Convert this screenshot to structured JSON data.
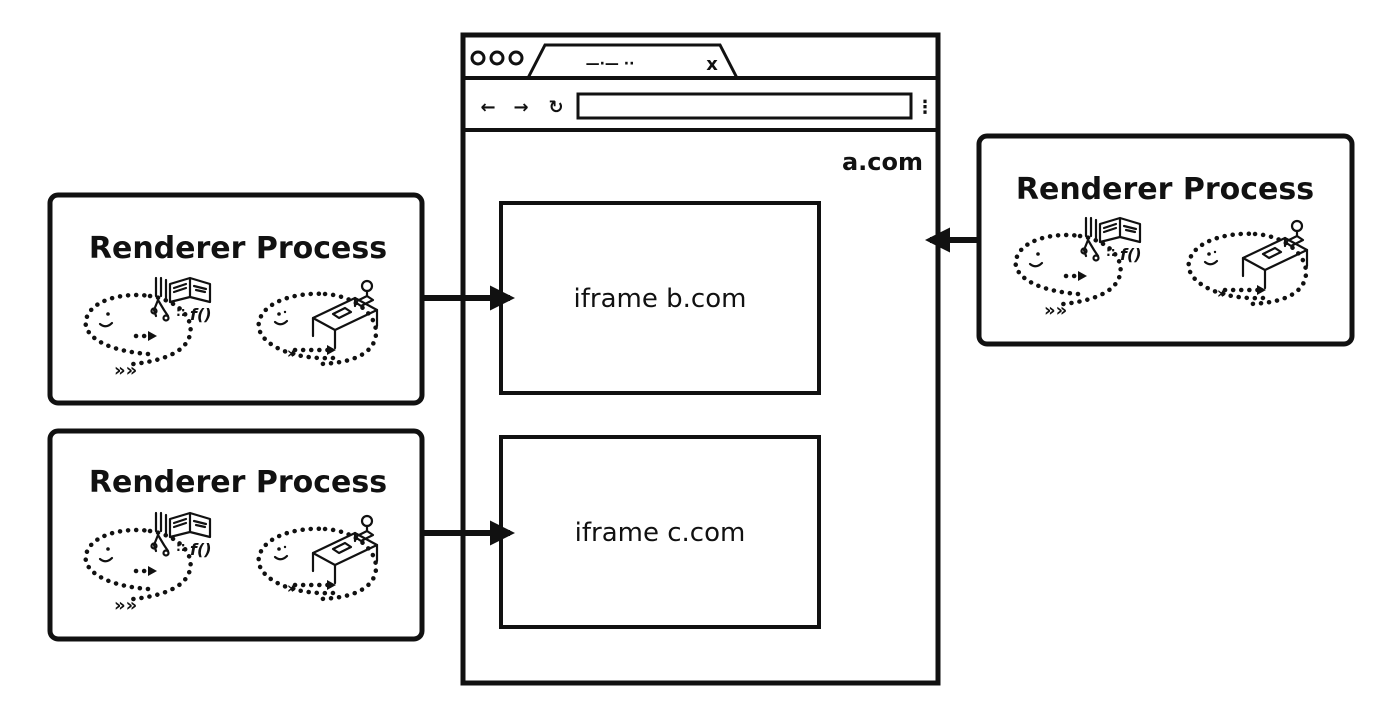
{
  "browser": {
    "tab_title": "—·— ··",
    "tab_close": "x",
    "nav_back": "←",
    "nav_forward": "→",
    "nav_reload": "↻",
    "menu": "⋮",
    "origin": "a.com",
    "iframes": [
      {
        "label": "iframe b.com"
      },
      {
        "label": "iframe c.com"
      }
    ]
  },
  "processes": [
    {
      "title": "Renderer Process",
      "targets": "iframe b.com"
    },
    {
      "title": "Renderer Process",
      "targets": "iframe c.com"
    },
    {
      "title": "Renderer Process",
      "targets": "a.com"
    }
  ],
  "icons": [
    "main-thread-icon",
    "worker-thread-icon",
    "window-control-dots-icon",
    "arrow-icon"
  ],
  "colors": {
    "ink": "#111111",
    "background": "#ffffff"
  }
}
